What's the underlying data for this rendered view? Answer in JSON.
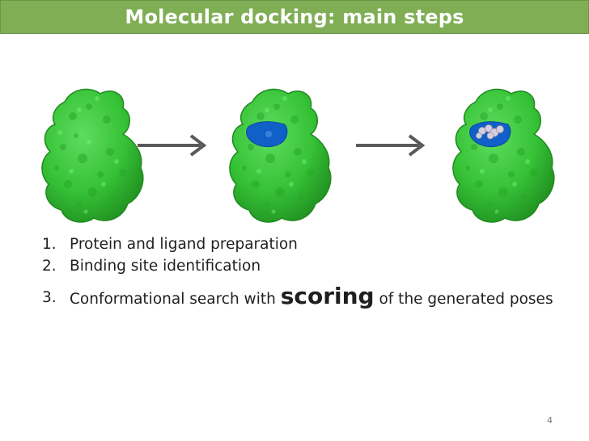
{
  "slide": {
    "title": "Molecular docking: main steps",
    "page_number": "4"
  },
  "figure": {
    "protein_color": "#3cc63c",
    "protein_dark": "#2a9e2a",
    "binding_site_color": "#1060c8",
    "ligand_color": "#d6cfe0",
    "arrow_color": "#5a5a5a"
  },
  "steps": [
    {
      "number": "1.",
      "text": "Protein and ligand preparation"
    },
    {
      "number": "2.",
      "text": "Binding site identification"
    },
    {
      "number": "3.",
      "text_before": "Conformational search with ",
      "emphasis": "scoring",
      "text_after": " of the generated poses"
    }
  ]
}
